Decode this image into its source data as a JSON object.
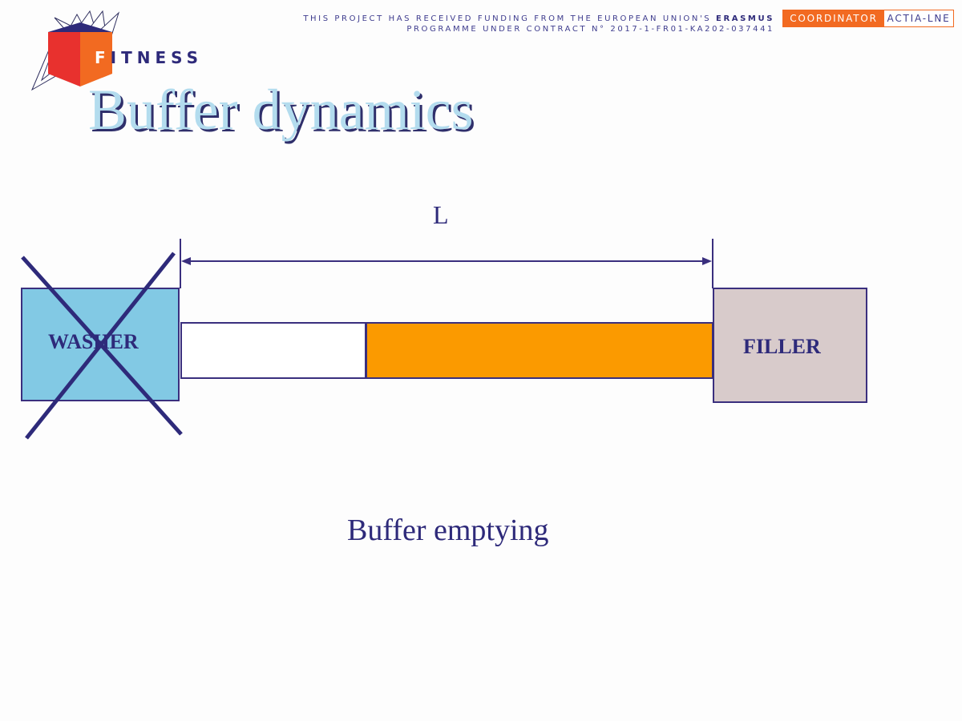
{
  "header": {
    "funding_line1_prefix": "THIS PROJECT HAS RECEIVED FUNDING FROM THE EUROPEAN UNION'S",
    "funding_line1_bold": "ERASMUS",
    "funding_line2": "PROGRAMME UNDER CONTRACT N° 2017-1-FR01-KA202-037441",
    "coordinator_label": "COORDINATOR",
    "coordinator_name": "ACTIA-LNE"
  },
  "logo": {
    "first_letter": "F",
    "rest": "ITNESS"
  },
  "slide": {
    "title": "Buffer  dynamics",
    "length_label": "L",
    "washer_label": "WASHER",
    "filler_label": "FILLER",
    "caption": "Buffer emptying"
  },
  "colors": {
    "washer": "#82c9e4",
    "filler": "#d8cbcb",
    "buffer_fill": "#fb9a00",
    "outline": "#3a2f7e",
    "brand_orange": "#f26a21",
    "brand_red": "#e8312e"
  },
  "diagram": {
    "washer_stopped": true,
    "buffer_fill_fraction": 0.65
  }
}
